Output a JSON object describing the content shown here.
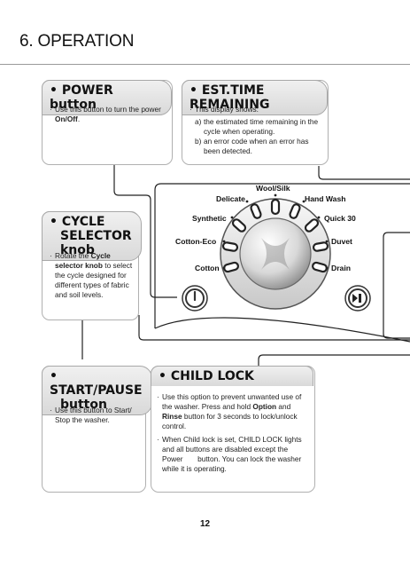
{
  "section_title": "6. OPERATION",
  "power": {
    "title": "• POWER button",
    "text_pre": "Use this button to turn the power ",
    "text_bold": "On/Off",
    "text_post": "."
  },
  "est_time": {
    "title": "• EST.TIME REMAINING",
    "intro": "This display shows:",
    "items": [
      {
        "label": "a)",
        "text": "the estimated time remaining in the cycle when operating."
      },
      {
        "label": "b)",
        "text": "an error code when an error has been detected."
      }
    ]
  },
  "cycle": {
    "title_line1": "• CYCLE",
    "title_line2": "SELECTOR knob",
    "text_pre": "Rotate the ",
    "text_bold": "Cycle selector knob",
    "text_post": " to select the cycle designed for different types of fabric and soil levels."
  },
  "start_pause": {
    "title_line1": "• START/PAUSE",
    "title_line2": "button",
    "text": "Use this button to Start/ Stop the washer."
  },
  "child_lock": {
    "title": "• CHILD LOCK",
    "para1_pre": "Use this option to prevent unwanted use of the washer. Press and hold ",
    "para1_b1": "Option",
    "para1_mid": " and ",
    "para1_b2": "Rinse",
    "para1_post": " button for 3 seconds to lock/unlock control.",
    "para2_pre": "When Child lock is set, CHILD LOCK lights and all buttons are disabled except the Power ",
    "para2_post": " button. You can lock the washer while it is operating."
  },
  "dial_labels": {
    "wool": "Wool/Silk",
    "delicate": "Delicate",
    "hand_wash": "Hand Wash",
    "synthetic": "Synthetic",
    "quick30": "Quick 30",
    "cotton_eco": "Cotton-Eco",
    "duvet": "Duvet",
    "cotton": "Cotton",
    "drain": "Drain"
  },
  "page_number": "12"
}
